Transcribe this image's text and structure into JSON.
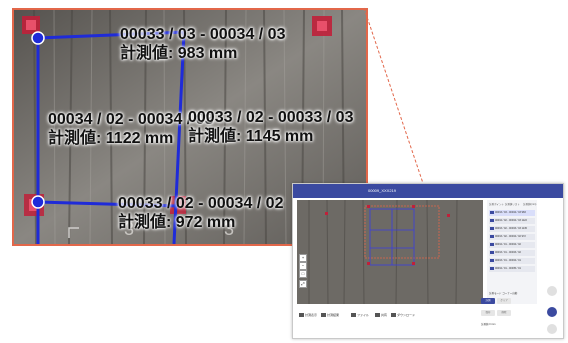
{
  "colors": {
    "inset_border": "#e2674a",
    "measure_line": "#1f2bd8",
    "header": "#3b4aa0",
    "marker": "#c0203a"
  },
  "zoom": {
    "labels": [
      {
        "id": "a",
        "name": "00033 / 03 - 00034 / 03",
        "value": "計測値: 983 mm"
      },
      {
        "id": "b",
        "name": "00034 / 02 - 00034 / 03",
        "value": "計測値: 1122 mm"
      },
      {
        "id": "c",
        "name": "00033 / 02 - 00033 / 03",
        "value": "計測値: 1145 mm"
      },
      {
        "id": "d",
        "name": "00033 / 02 - 00034 / 02",
        "value": "計測値: 972 mm"
      }
    ]
  },
  "app": {
    "header_title": "00009_XXX219",
    "toolbar": [
      {
        "icon": "layers-icon",
        "label": "計測表示"
      },
      {
        "icon": "table-icon",
        "label": "計測結果"
      },
      {
        "icon": "folder-icon",
        "label": "ファイル"
      },
      {
        "icon": "share-icon",
        "label": "共有"
      },
      {
        "icon": "download-icon",
        "label": "ダウンロード"
      }
    ],
    "panel": {
      "head_left": "計測ポイント  計測値リスト",
      "head_right": "計測値(mm)",
      "rows": [
        {
          "label": "00033 / 03 - 00034 / 03",
          "value": "983"
        },
        {
          "label": "00034 / 02 - 00034 / 03",
          "value": "1122"
        },
        {
          "label": "00033 / 02 - 00033 / 03",
          "value": "1145"
        },
        {
          "label": "00033 / 02 - 00034 / 02",
          "value": "972"
        },
        {
          "label": "00034 / 01 - 00034 / 02",
          "value": ""
        },
        {
          "label": "00033 / 01 - 00033 / 02",
          "value": ""
        },
        {
          "label": "00033 / 01 - 00034 / 01",
          "value": ""
        },
        {
          "label": "00034 / 01 - 00035 / 01",
          "value": ""
        }
      ],
      "mode_label": "計測モード  コーナー自動",
      "btn_a": "計測",
      "btn_b": "クリア",
      "btn_c": "保存",
      "btn_d": "削除",
      "result_label": "計測値  0  mm"
    }
  }
}
